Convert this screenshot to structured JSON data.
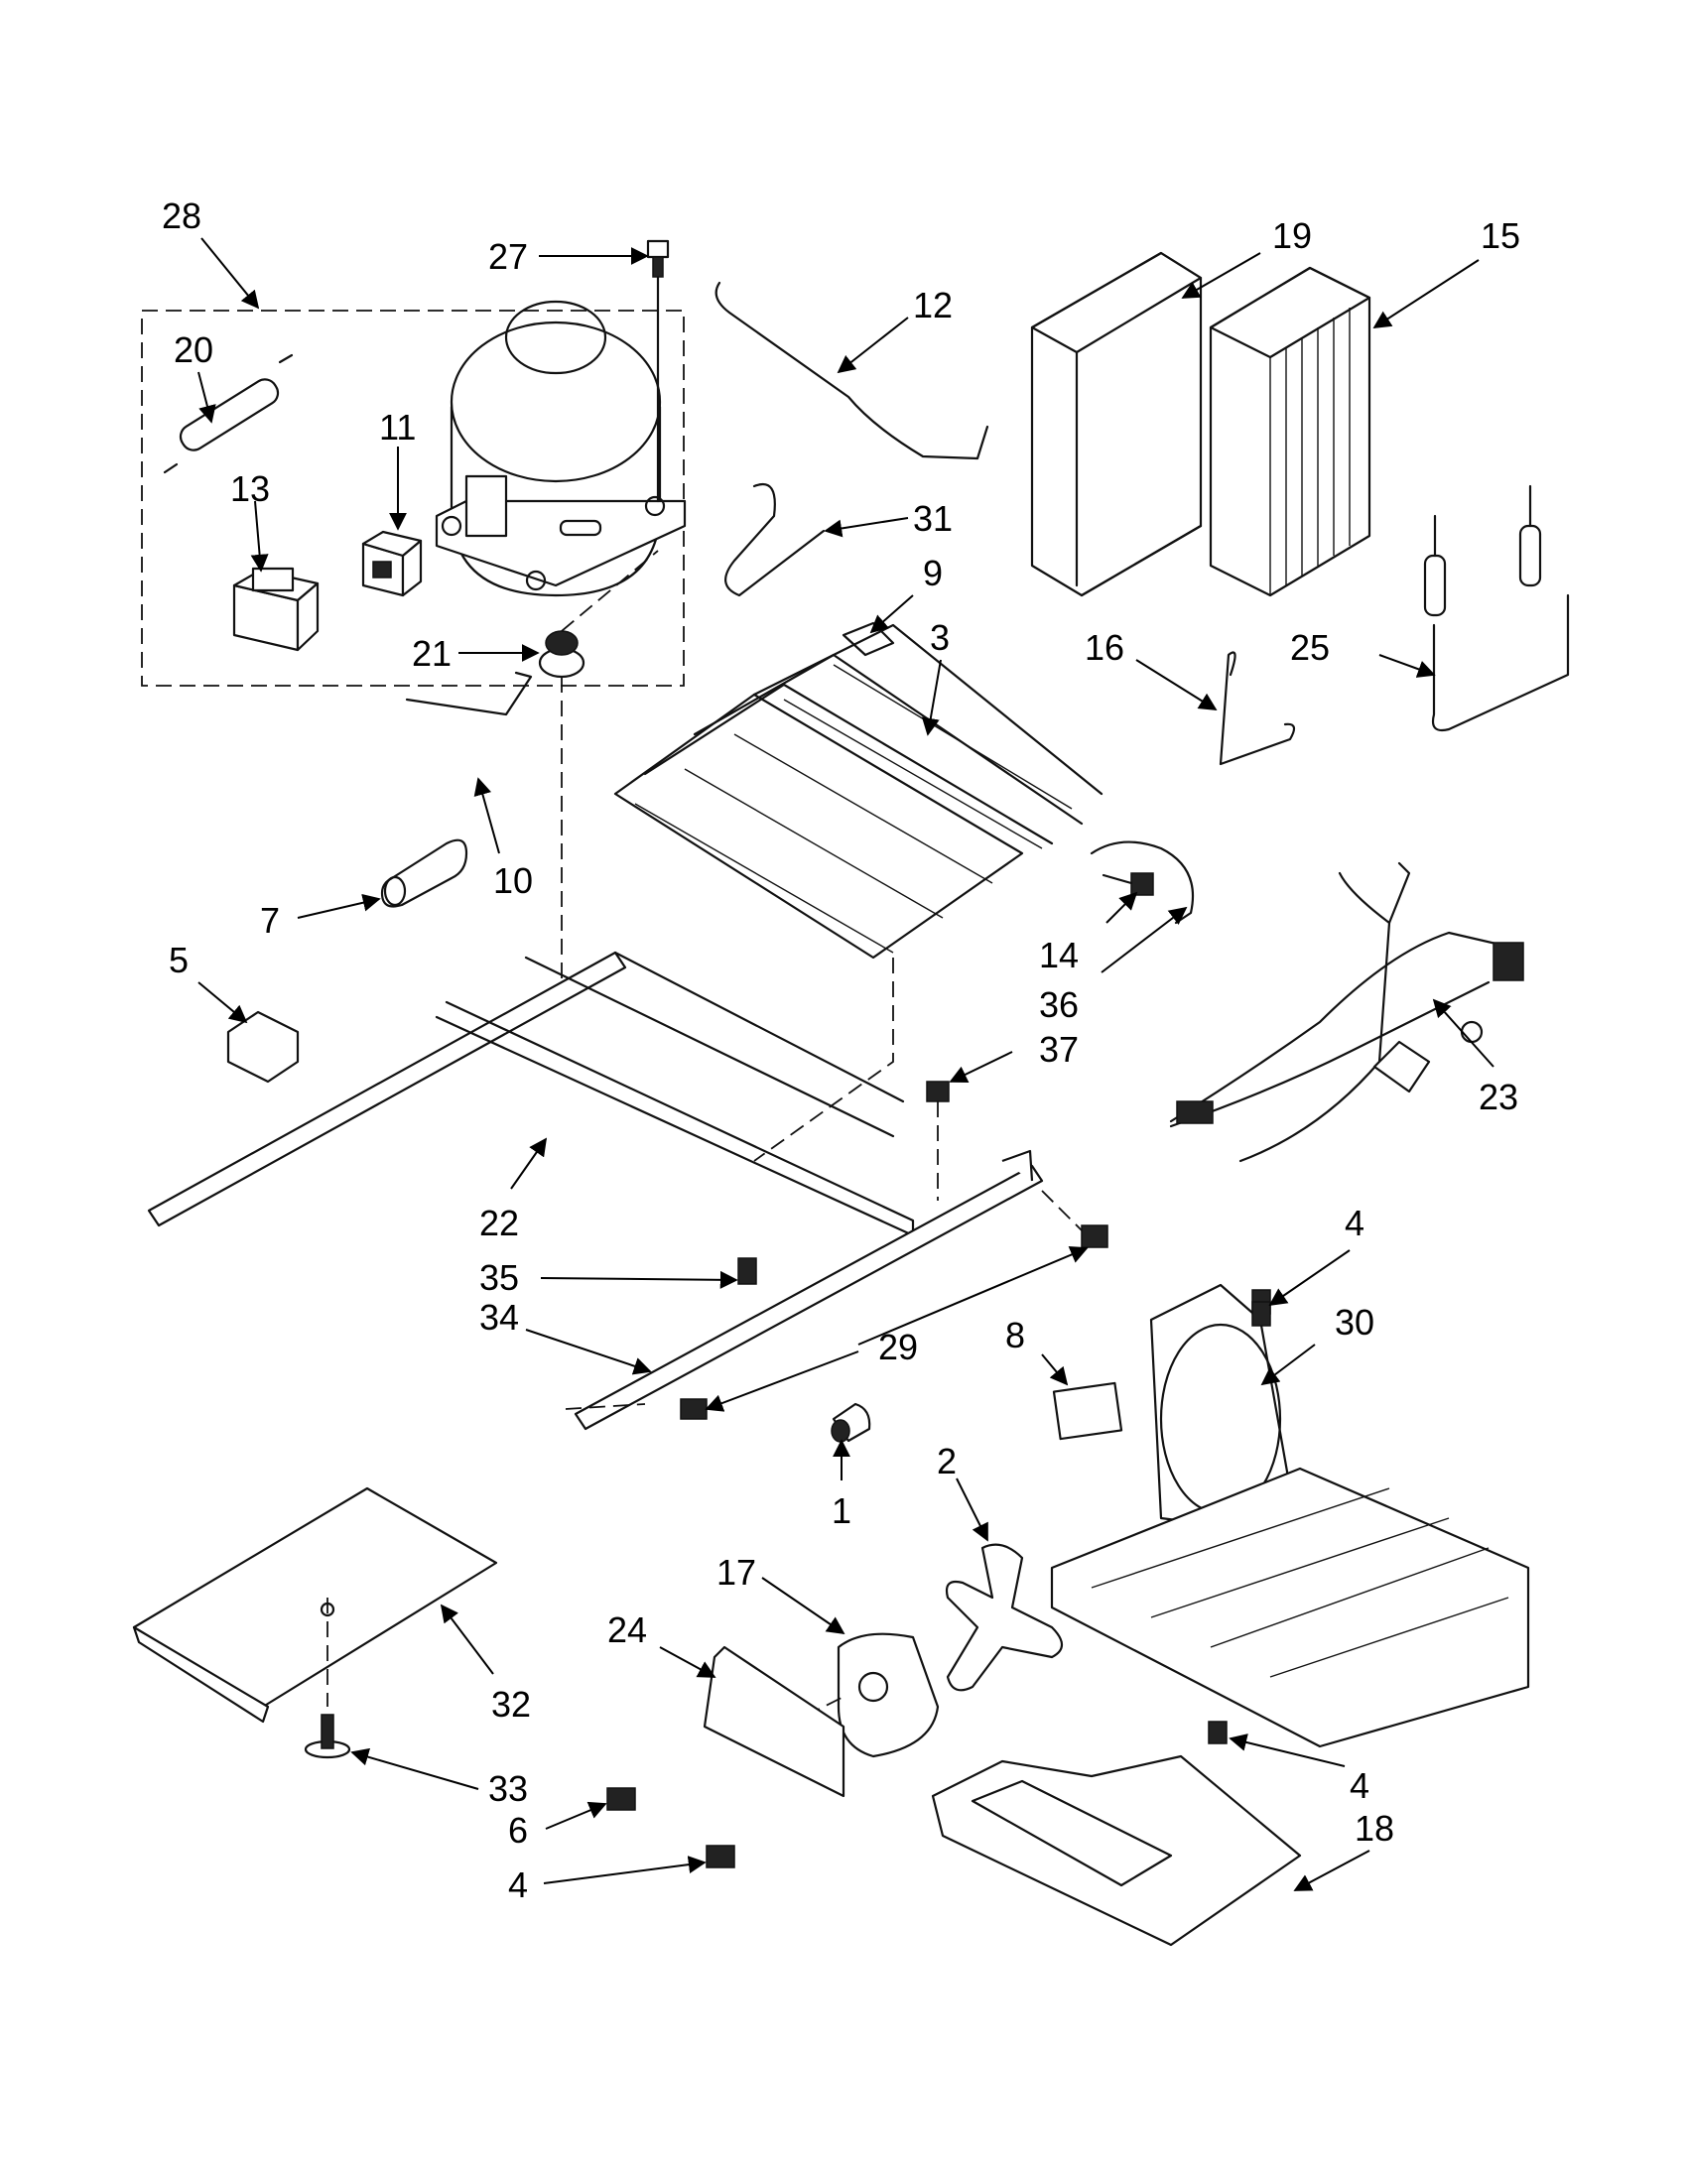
{
  "diagram": {
    "callouts": [
      {
        "id": "1",
        "text": "1"
      },
      {
        "id": "2",
        "text": "2"
      },
      {
        "id": "3",
        "text": "3"
      },
      {
        "id": "4a",
        "text": "4"
      },
      {
        "id": "4b",
        "text": "4"
      },
      {
        "id": "4c",
        "text": "4"
      },
      {
        "id": "5",
        "text": "5"
      },
      {
        "id": "6",
        "text": "6"
      },
      {
        "id": "7",
        "text": "7"
      },
      {
        "id": "8",
        "text": "8"
      },
      {
        "id": "9",
        "text": "9"
      },
      {
        "id": "10",
        "text": "10"
      },
      {
        "id": "11",
        "text": "11"
      },
      {
        "id": "12",
        "text": "12"
      },
      {
        "id": "13",
        "text": "13"
      },
      {
        "id": "14",
        "text": "14"
      },
      {
        "id": "15",
        "text": "15"
      },
      {
        "id": "16",
        "text": "16"
      },
      {
        "id": "17",
        "text": "17"
      },
      {
        "id": "18",
        "text": "18"
      },
      {
        "id": "19",
        "text": "19"
      },
      {
        "id": "20",
        "text": "20"
      },
      {
        "id": "21",
        "text": "21"
      },
      {
        "id": "22",
        "text": "22"
      },
      {
        "id": "23",
        "text": "23"
      },
      {
        "id": "24",
        "text": "24"
      },
      {
        "id": "25",
        "text": "25"
      },
      {
        "id": "27",
        "text": "27"
      },
      {
        "id": "28",
        "text": "28"
      },
      {
        "id": "29",
        "text": "29"
      },
      {
        "id": "30",
        "text": "30"
      },
      {
        "id": "31",
        "text": "31"
      },
      {
        "id": "32",
        "text": "32"
      },
      {
        "id": "33",
        "text": "33"
      },
      {
        "id": "34",
        "text": "34"
      },
      {
        "id": "35",
        "text": "35"
      },
      {
        "id": "36",
        "text": "36"
      },
      {
        "id": "37",
        "text": "37"
      }
    ]
  }
}
